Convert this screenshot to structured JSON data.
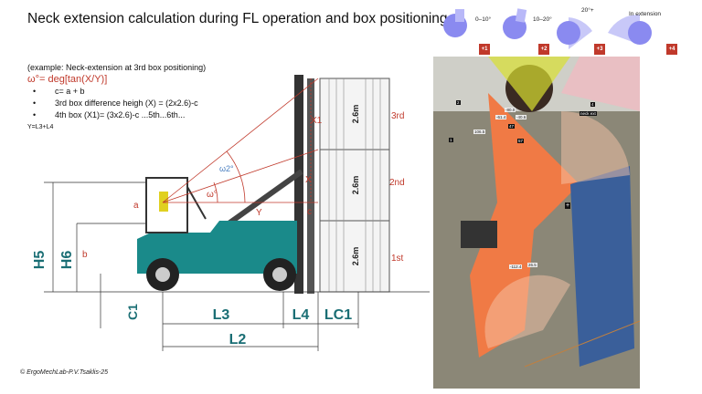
{
  "title": "Neck extension calculation during FL operation and box positioning",
  "formula": {
    "example": "(example: Neck-extension at 3rd box positioning)",
    "main": "ω°= deg[tan(X/Y)]",
    "bullets": [
      "c= a + b",
      "3rd box difference heigh (X) = (2x2.6)-c",
      "4th box (X1)= (3x2.6)-c   ...5th...6th..."
    ],
    "y_def": "Y=L3+L4"
  },
  "diagram": {
    "box_height": "2.6m",
    "levels": [
      "3rd",
      "2nd",
      "1st"
    ],
    "labels": {
      "x1": "X1",
      "x": "X",
      "c": "c",
      "y": "Y",
      "a": "a",
      "b": "b",
      "omega": "ω°",
      "omega2": "ω2°",
      "h5": "H5",
      "h6": "H6",
      "c1": "C1",
      "l3": "L3",
      "l4": "L4",
      "lc1": "LC1",
      "l2": "L2"
    },
    "colors": {
      "forklift": "#1a8a8a",
      "lines": "#c0392b",
      "dims": "#1a6e74"
    }
  },
  "postures": [
    {
      "range": "0–10°",
      "score": "+1"
    },
    {
      "range": "10–20°",
      "score": "+2"
    },
    {
      "range": "20°+",
      "score": "+3"
    },
    {
      "range": "In extension",
      "score": "+4"
    }
  ],
  "photo_labels": [
    "2",
    "4",
    "neck ext",
    "1",
    "-80.0",
    "-61.4",
    "-40.6",
    "106.5",
    "47",
    "57",
    "-112.4",
    "26.5"
  ],
  "copyright": "© ErgoMechLab-P.V.Tsaklis-25"
}
